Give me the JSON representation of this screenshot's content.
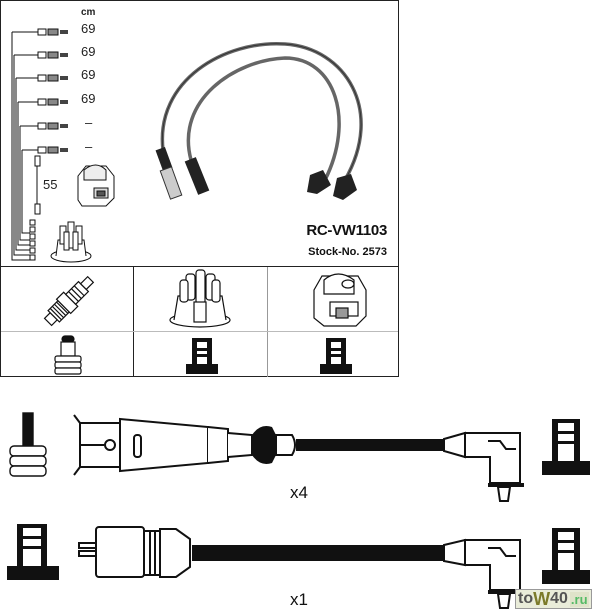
{
  "product": {
    "part_number": "RC-VW1103",
    "stock_label": "Stock-No. 2573"
  },
  "lengths_legend": {
    "unit": "cm",
    "rows": [
      {
        "label": "69"
      },
      {
        "label": "69"
      },
      {
        "label": "69"
      },
      {
        "label": "69"
      },
      {
        "label": "–"
      },
      {
        "label": "–"
      }
    ],
    "coil_lead_length": "55"
  },
  "compatibility_grid": {
    "columns": [
      {
        "component": "spark-plug",
        "connector": "spark-plug-terminal"
      },
      {
        "component": "distributor-cap",
        "connector": "tower-terminal"
      },
      {
        "component": "ignition-coil",
        "connector": "tower-terminal"
      }
    ]
  },
  "leads": [
    {
      "type": "spark-plug-lead",
      "quantity": "x4"
    },
    {
      "type": "coil-lead",
      "quantity": "x1"
    }
  ],
  "watermark": {
    "prefix": "to",
    "w": "W",
    "num": "40",
    "tld": ".ru"
  }
}
